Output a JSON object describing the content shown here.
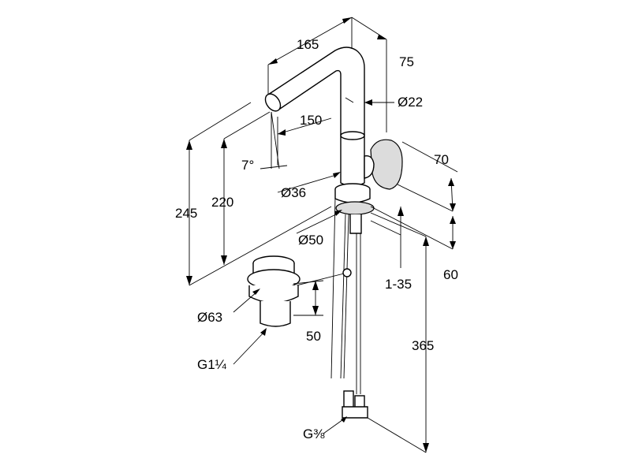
{
  "labels": {
    "d165": "165",
    "d75": "75",
    "d22": "Ø22",
    "d150": "150",
    "d7": "7°",
    "d245": "245",
    "d220": "220",
    "d36": "Ø36",
    "d70": "70",
    "d50dia": "Ø50",
    "d135": "1-35",
    "d60": "60",
    "d63": "Ø63",
    "d50": "50",
    "d365": "365",
    "g114": "G1¼",
    "g38": "G⅜"
  }
}
